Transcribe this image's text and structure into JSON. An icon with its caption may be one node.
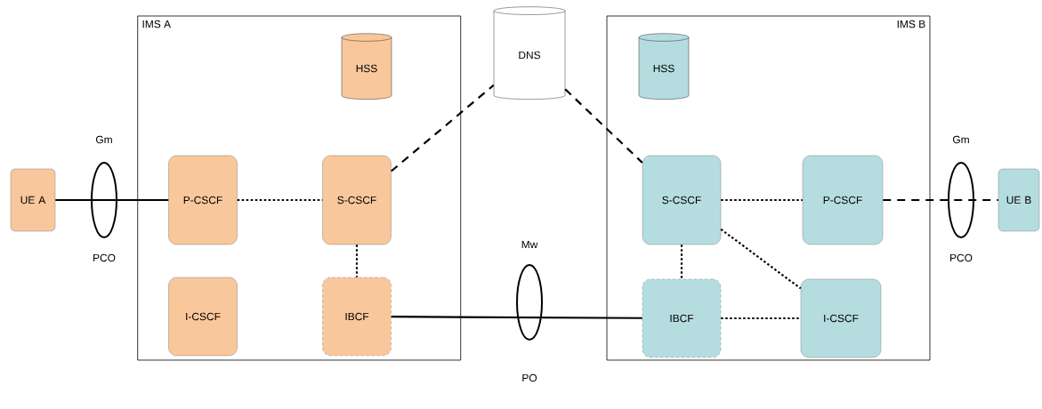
{
  "diagram": {
    "nodes": [
      {
        "text": [
          "IMS A"
        ]
      },
      {
        "text": [
          "HSS"
        ],
        "in": 0
      },
      {
        "text": [
          "P-CSCF"
        ],
        "in": 0
      },
      {
        "text": [
          "S-CSCF"
        ],
        "in": 0
      },
      {
        "text": [
          "I-CSCF"
        ],
        "in": 0
      },
      {
        "text": [
          "IBCF"
        ],
        "in": 0
      },
      {
        "text": [
          "IMS B"
        ]
      },
      {
        "text": [
          "HSS"
        ],
        "in": 6
      },
      {
        "text": [
          "S-CSCF"
        ],
        "in": 6
      },
      {
        "text": [
          "P-CSCF"
        ],
        "in": 6
      },
      {
        "text": [
          "IBCF"
        ],
        "in": 6
      },
      {
        "text": [
          "I-CSCF"
        ],
        "in": 6
      },
      {
        "text": [
          "DNS"
        ]
      },
      {
        "text": [
          "UE A"
        ]
      },
      {
        "text": [
          "UE B"
        ]
      }
    ],
    "edges": [
      {
        "from": 13,
        "to": 2,
        "arrow": "none"
      },
      {
        "from": 2,
        "to": 3,
        "arrow": "none",
        "style": "dashed"
      },
      {
        "from": 3,
        "to": 5,
        "arrow": "none",
        "style": "dashed"
      },
      {
        "from": 3,
        "to": 12,
        "arrow": "none",
        "style": "dashed"
      },
      {
        "from": 12,
        "to": 8,
        "arrow": "none",
        "style": "dashed"
      },
      {
        "from": 8,
        "to": 9,
        "arrow": "none",
        "style": "dashed"
      },
      {
        "from": 8,
        "to": 10,
        "arrow": "none",
        "style": "dashed"
      },
      {
        "from": 8,
        "to": 11,
        "arrow": "none",
        "style": "dashed"
      },
      {
        "from": 10,
        "to": 11,
        "arrow": "none",
        "style": "dashed"
      },
      {
        "from": 5,
        "to": 10,
        "arrow": "none"
      },
      {
        "from": 9,
        "to": 14,
        "arrow": "none",
        "style": "dashed"
      }
    ],
    "labels": [
      "Gm",
      "Mw",
      "Gm",
      "PCO",
      "PCO",
      "PO"
    ]
  }
}
